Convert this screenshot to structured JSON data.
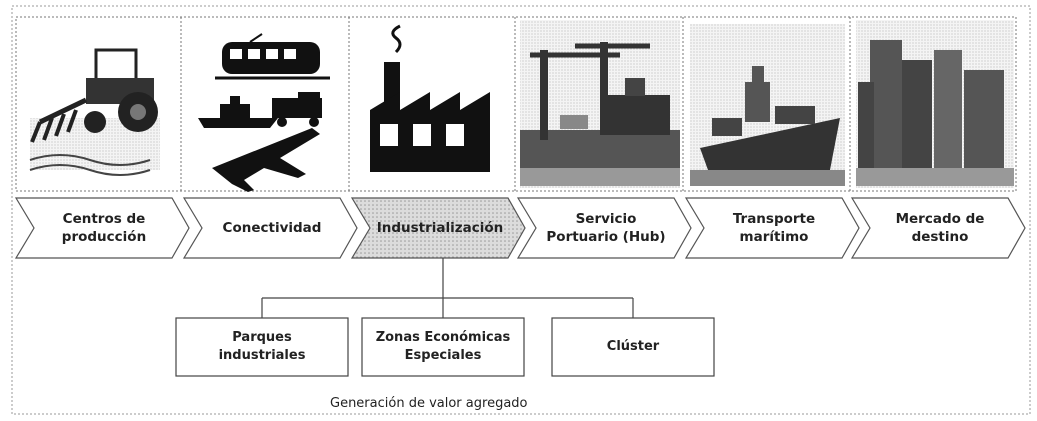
{
  "steps": [
    {
      "label": "Centros de\nproducción",
      "icon": "tractor-icon"
    },
    {
      "label": "Conectividad",
      "icon": "transport-icon"
    },
    {
      "label": "Industrialización",
      "icon": "factory-icon"
    },
    {
      "label": "Servicio\nPortuario (Hub)",
      "icon": "port-icon"
    },
    {
      "label": "Transporte\nmarítimo",
      "icon": "ship-icon"
    },
    {
      "label": "Mercado de\ndestino",
      "icon": "city-icon"
    }
  ],
  "sub_items": [
    {
      "label": "Parques\nindustriales"
    },
    {
      "label": "Zonas Económicas\nEspeciales"
    },
    {
      "label": "Clúster"
    }
  ],
  "caption": "Generación de valor agregado"
}
